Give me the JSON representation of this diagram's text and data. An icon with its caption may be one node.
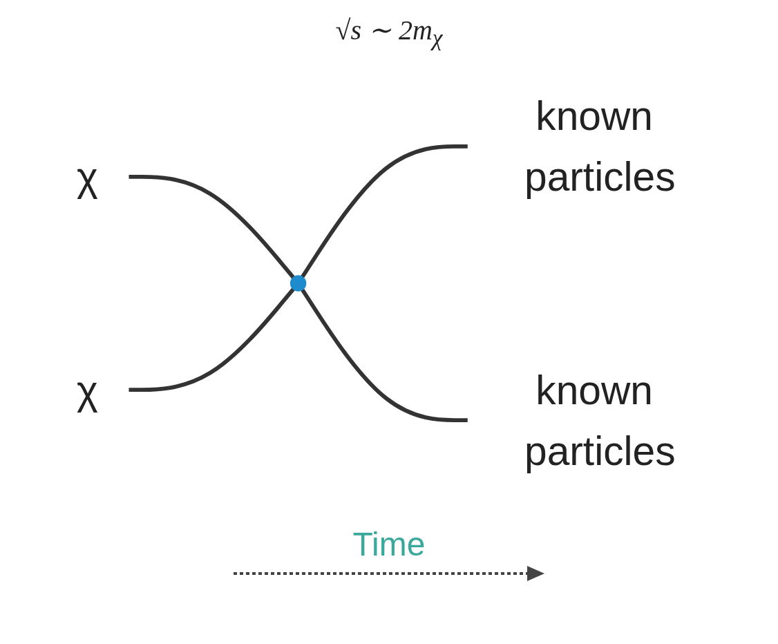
{
  "diagram": {
    "nodes": [
      {
        "text": [
          "χ"
        ]
      },
      {
        "text": [
          "known particles"
        ]
      },
      {
        "text": [],
        "shape": "circle"
      },
      {
        "text": [
          "χ"
        ]
      },
      {
        "text": [
          "known particles"
        ]
      }
    ],
    "edges": [
      {
        "from": 0,
        "to": 2,
        "arrow": "none"
      },
      {
        "from": 3,
        "to": 2,
        "arrow": "none"
      },
      {
        "from": 2,
        "to": 1,
        "arrow": "none"
      },
      {
        "from": 2,
        "to": 4,
        "arrow": "none"
      }
    ],
    "labels": [
      "√s ∼ 2m$_{χ}$",
      "Time"
    ]
  }
}
